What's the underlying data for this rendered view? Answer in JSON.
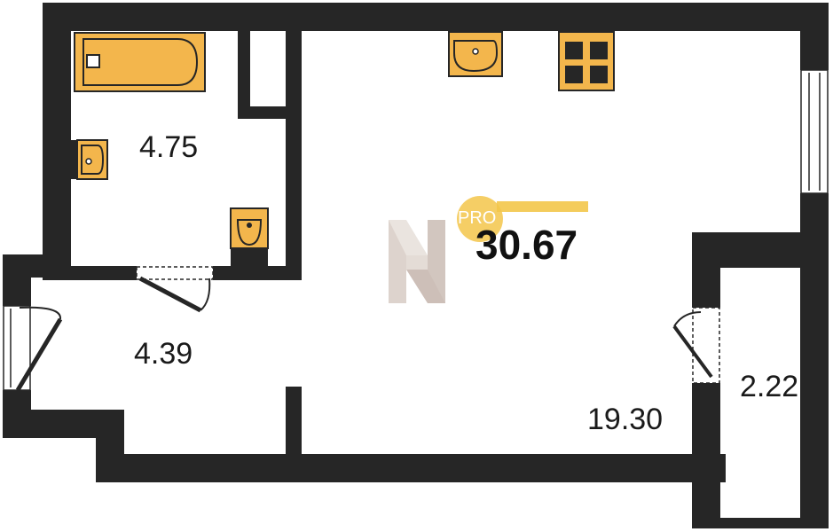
{
  "plan": {
    "total_area": "30.67",
    "badge_text": "PRO",
    "rooms": {
      "bathroom_area": "4.75",
      "hallway_area": "4.39",
      "living_area": "19.30",
      "balcony_area": "2.22"
    },
    "colors": {
      "wall": "#262626",
      "fixture": "#f3b64c",
      "accent": "#f3c64a",
      "watermark": "#d9cfc9"
    },
    "fixtures": [
      "bathtub-icon",
      "washbasin-icon",
      "toilet-icon",
      "kitchen-sink-icon",
      "stove-icon"
    ],
    "watermark_icon": "h-logo-icon"
  }
}
